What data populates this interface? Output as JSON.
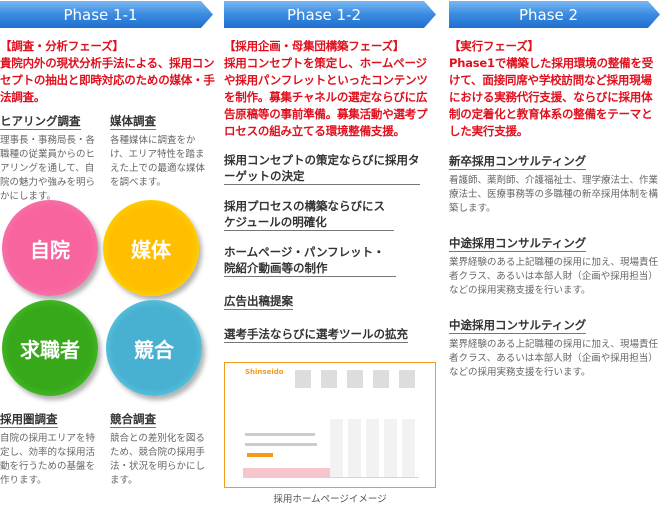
{
  "phases": [
    {
      "label": "Phase 1-1"
    },
    {
      "label": "Phase 1-2"
    },
    {
      "label": "Phase 2"
    }
  ],
  "col1": {
    "intro": "【調査・分析フェーズ】\n貴院内外の現状分析手法による、採用コンセプトの抽出と即時対応のための媒体・手法調査。",
    "items": [
      {
        "title": "ヒアリング調査",
        "text": "理事長・事務局長・各職種の従業員からのヒアリングを通して、自院の魅力や強みを明らかにします。"
      },
      {
        "title": "媒体調査",
        "text": "各種媒体に調査をかけ、エリア特性を踏まえた上での最適な媒体を調べます。"
      },
      {
        "title": "採用圏調査",
        "text": "自院の採用エリアを特定し、効率的な採用活動を行うための基盤を作ります。"
      },
      {
        "title": "競合調査",
        "text": "競合との差別化を図るため、競合院の採用手法・状況を明らかにします。"
      }
    ],
    "circles": [
      {
        "label": "自院",
        "color": "#f7649e"
      },
      {
        "label": "媒体",
        "color": "#ffbe00"
      },
      {
        "label": "求職者",
        "color": "#3cb01e"
      },
      {
        "label": "競合",
        "color": "#48b4d4"
      }
    ]
  },
  "col2": {
    "intro": "【採用企画・母集団構築フェーズ】\n採用コンセプトを策定し、ホームページや採用パンフレットといったコンテンツを制作。募集チャネルの選定ならびに広告原稿等の事前準備。募集活動や選考プロセスの組み立てる環境整備支援。",
    "items": [
      "採用コンセプトの策定ならびに採用ターゲットの決定",
      "採用プロセスの構築ならびにスケジュールの明確化",
      "ホームページ・パンフレット・院紹介動画等の制作",
      "広告出稿提案",
      "選考手法ならびに選考ツールの拡充"
    ],
    "image_caption": "採用ホームページイメージ",
    "image_logo": "Shinseido"
  },
  "col3": {
    "intro": "【実行フェーズ】\nPhase1で構築した採用環境の整備を受けて、面接同席や学校訪問など採用現場における実務代行支援、ならびに採用体制の定着化と教育体系の整備をテーマとした実行支援。",
    "items": [
      {
        "title": "新卒採用コンサルティング",
        "text": "看護師、薬剤師、介護福祉士、理学療法士、作業療法士、医療事務等の多職種の新卒採用体制を構築します。"
      },
      {
        "title": "中途採用コンサルティング",
        "text": "業界経験のある上記職種の採用に加え、現場責任者クラス、あるいは本部人財（企画や採用担当）などの採用実務支援を行います。"
      },
      {
        "title": "中途採用コンサルティング",
        "text": "業界経験のある上記職種の採用に加え、現場責任者クラス、あるいは本部人財（企画や採用担当）などの採用実務支援を行います。"
      }
    ]
  }
}
